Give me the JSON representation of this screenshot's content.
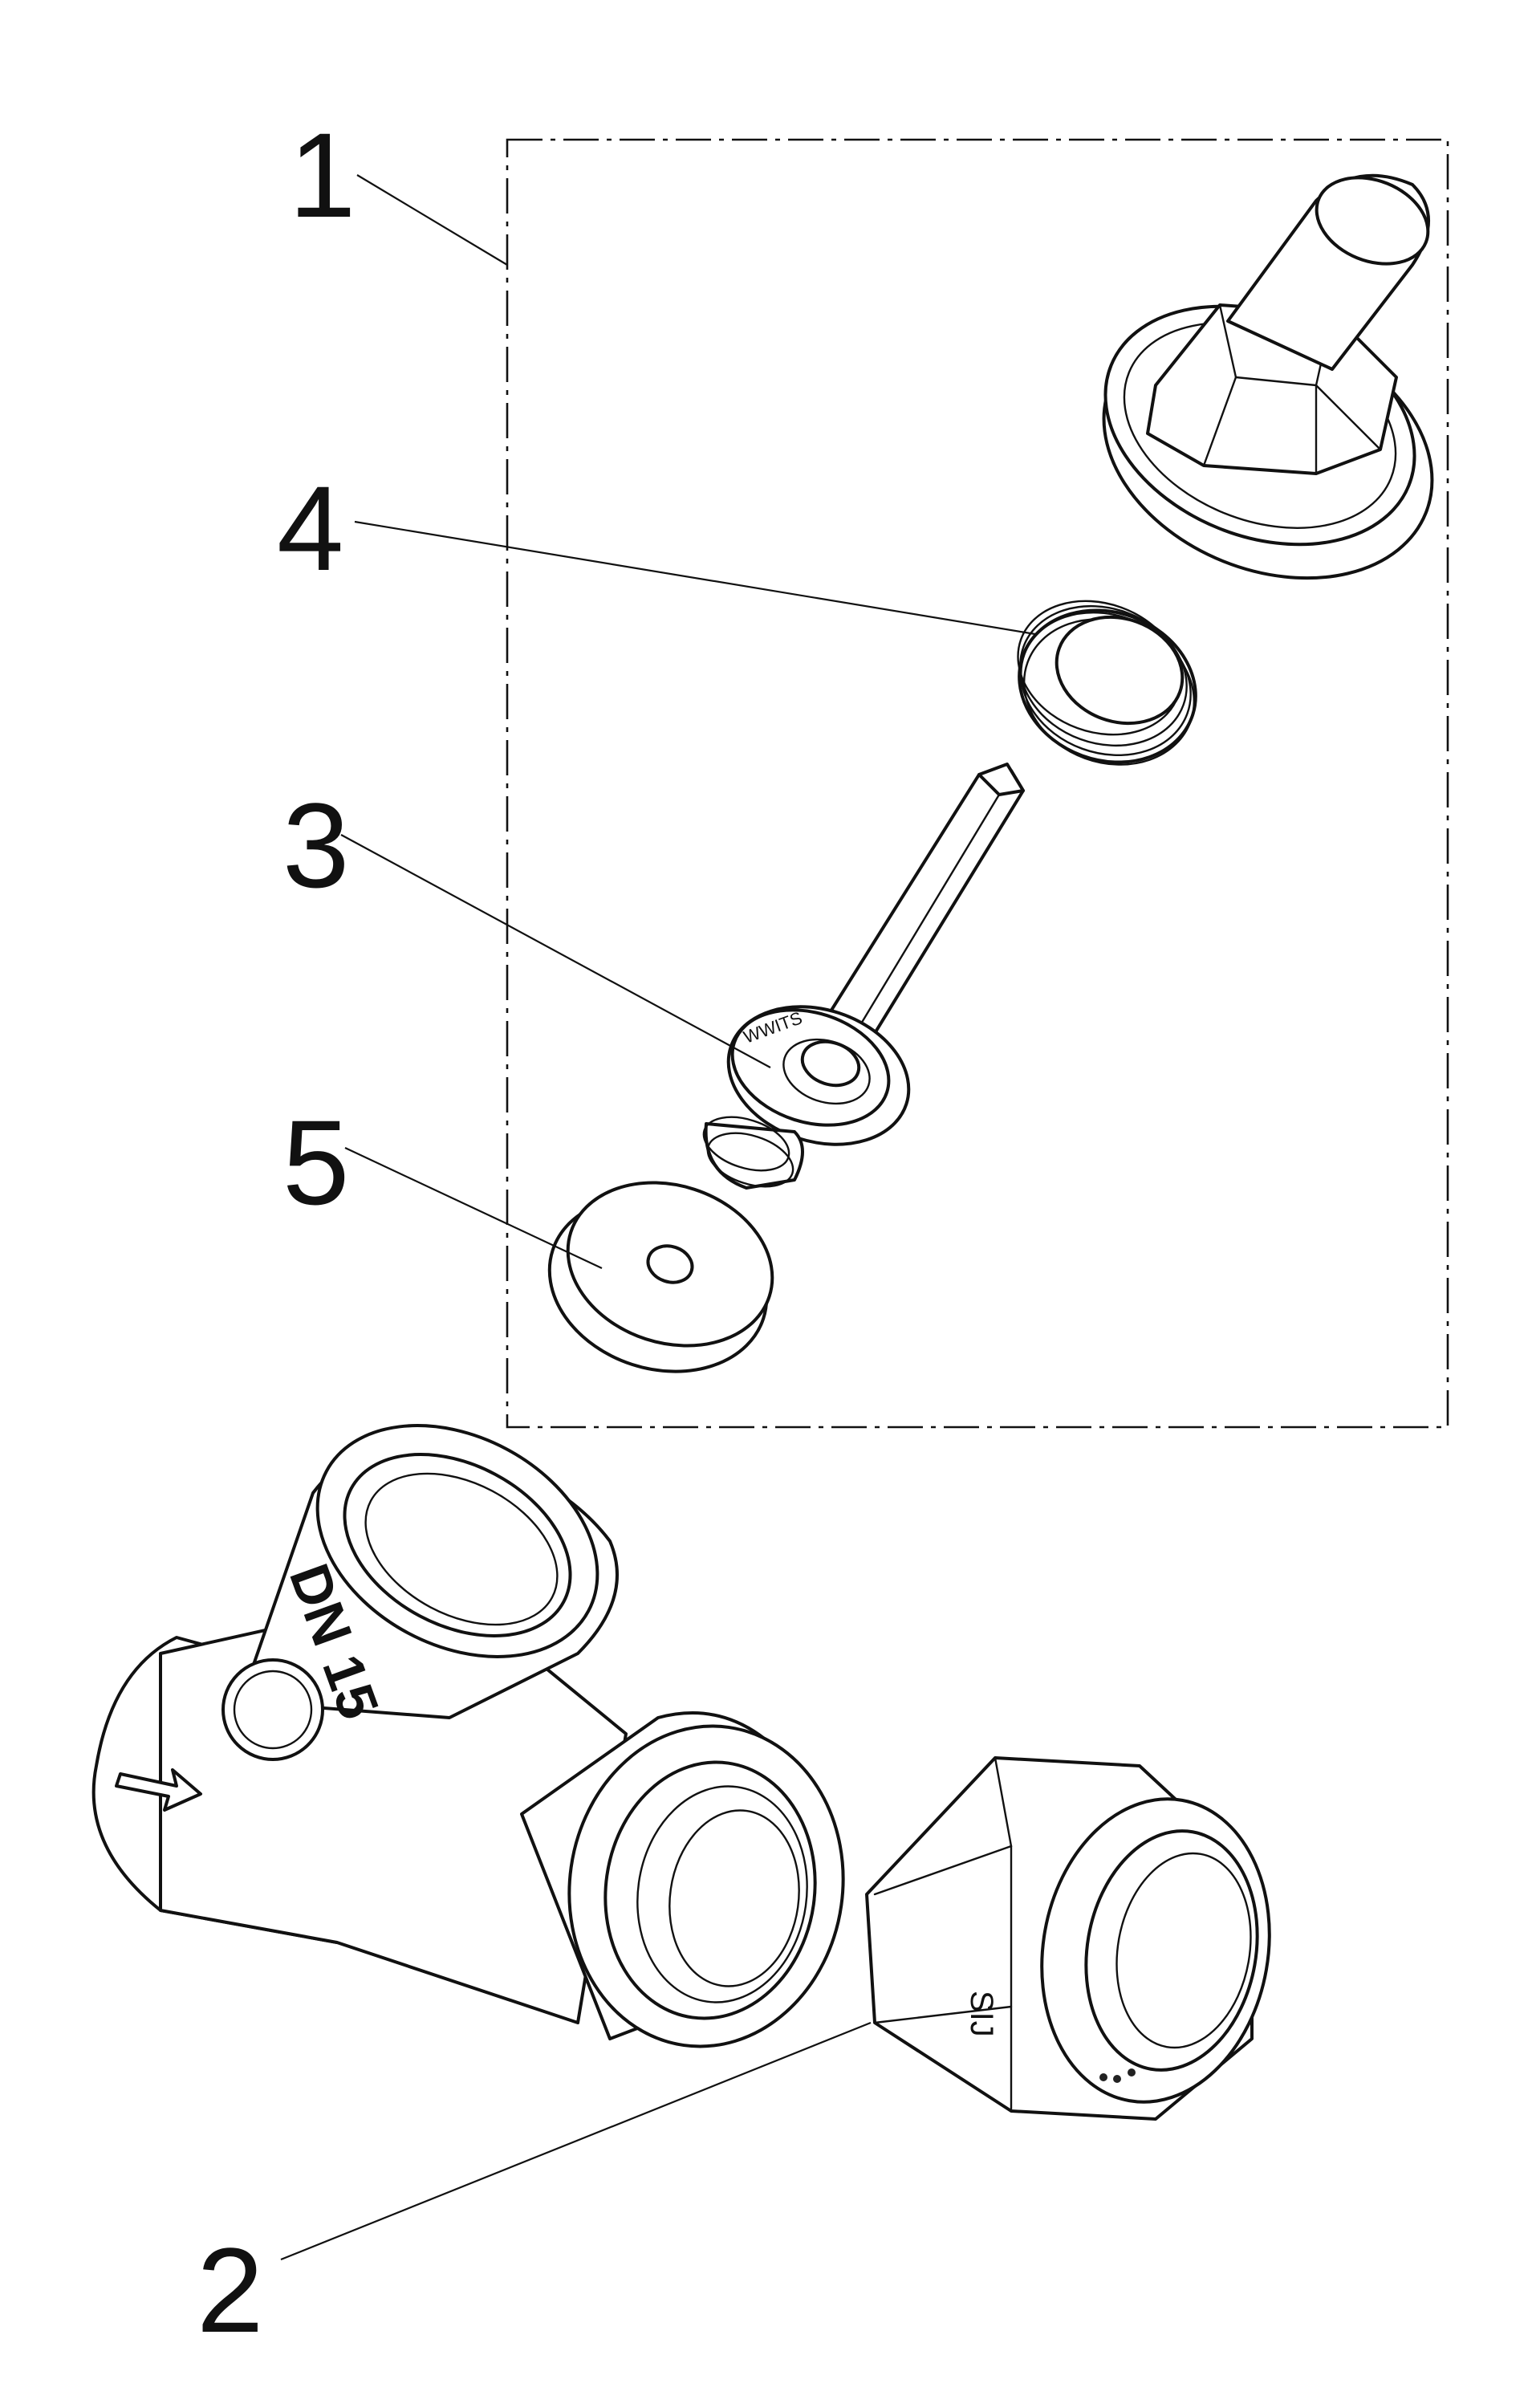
{
  "callouts": {
    "c1": "1",
    "c2": "2",
    "c3": "3",
    "c4": "4",
    "c5": "5"
  },
  "markings": {
    "body_size": "DN 15",
    "stem_brand": "WWITS",
    "nut_brand": "SIJ"
  }
}
